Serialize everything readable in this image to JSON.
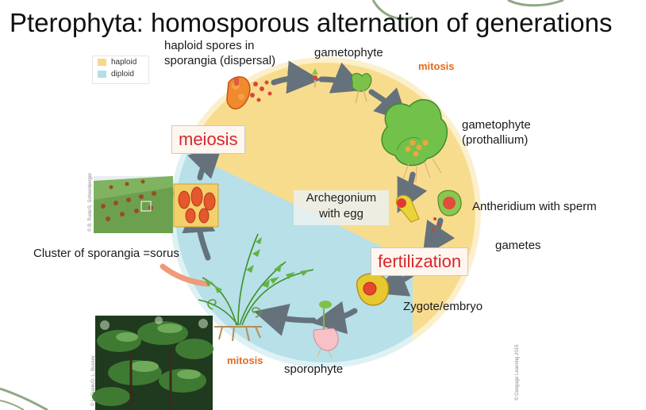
{
  "title": "Pterophyta: homosporous alternation of generations",
  "legend": {
    "haploid": {
      "label": "haploid",
      "color": "#f7d889"
    },
    "diploid": {
      "label": "diploid",
      "color": "#b4dfe6"
    }
  },
  "labels": {
    "spores": [
      "haploid spores in",
      "sporangia (dispersal)"
    ],
    "gametophyte": "gametophyte",
    "mitosis_top": "mitosis",
    "prothallium": [
      "gametophyte",
      "(prothallium)"
    ],
    "antheridium": "Antheridium with sperm",
    "archegonium": [
      "Archegonium",
      "with egg"
    ],
    "gametes": "gametes",
    "zygote": "Zygote/embryo",
    "sporophyte": "sporophyte",
    "mitosis_bottom": "mitosis",
    "sorus": "Cluster of sporangia =sorus"
  },
  "stages": {
    "meiosis": "meiosis",
    "fertilization": "fertilization"
  },
  "credits": {
    "photo_left": "© B. Runk/S. Schoenberger",
    "photo_bottom": "© L. Frank/D. L. Bussey",
    "publisher": "© Cengage Learning 2015"
  }
}
